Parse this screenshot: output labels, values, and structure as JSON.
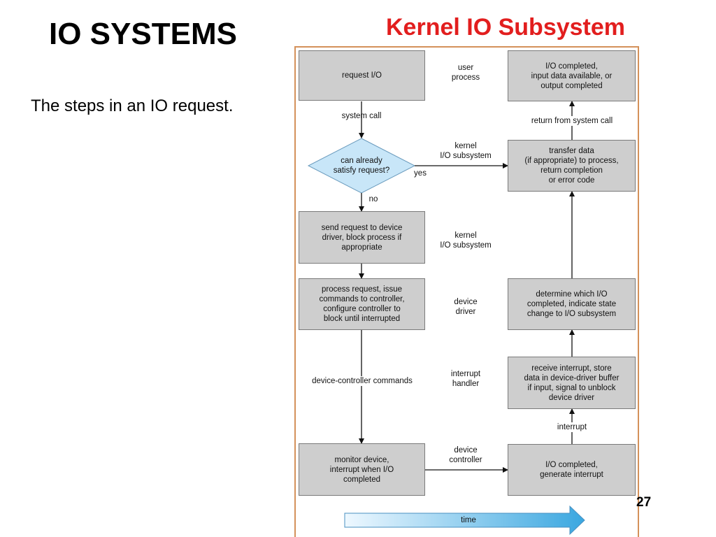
{
  "slide": {
    "title": "IO SYSTEMS",
    "subtitle": "Kernel IO Subsystem",
    "description": "The steps in an IO request.",
    "page_number": "27"
  },
  "diagram": {
    "left_boxes": {
      "request_io": "request I/O",
      "send_request": "send request to device\ndriver, block process if\nappropriate",
      "process_request": "process request, issue\ncommands to controller,\nconfigure controller to\nblock until interrupted",
      "monitor_device": "monitor device,\ninterrupt when I/O\ncompleted"
    },
    "decision": "can already\nsatisfy request?",
    "right_boxes": {
      "io_completed_top": "I/O completed,\ninput data available, or\noutput completed",
      "transfer_data": "transfer data\n(if appropriate) to process,\nreturn completion\nor error code",
      "determine_which": "determine which I/O\ncompleted, indicate state\nchange to I/O subsystem",
      "receive_interrupt": "receive interrupt, store\ndata in device-driver buffer\nif input, signal to unblock\ndevice driver",
      "io_completed_bottom": "I/O completed,\ngenerate interrupt"
    },
    "layers": {
      "user_process": "user\nprocess",
      "kernel_1": "kernel\nI/O subsystem",
      "kernel_2": "kernel\nI/O subsystem",
      "device_driver": "device\ndriver",
      "interrupt_handler": "interrupt\nhandler",
      "device_controller": "device\ncontroller"
    },
    "edge_labels": {
      "system_call": "system call",
      "yes": "yes",
      "no": "no",
      "device_controller_commands": "device-controller commands",
      "return_from_system_call": "return from system call",
      "interrupt": "interrupt",
      "time": "time"
    }
  }
}
